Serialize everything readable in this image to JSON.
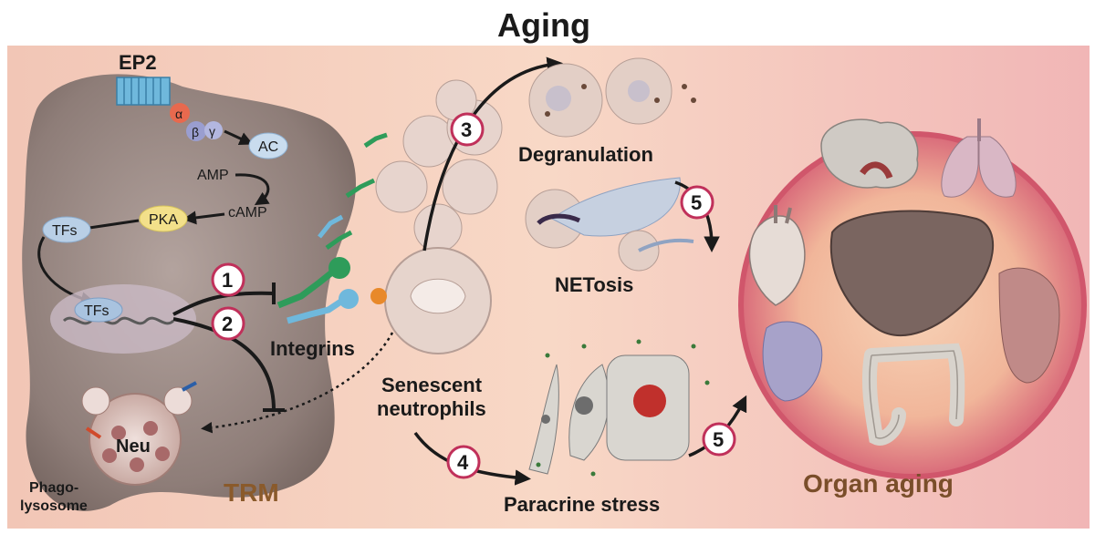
{
  "title": "Aging",
  "labels": {
    "ep2": "EP2",
    "alpha": "α",
    "beta": "β",
    "gamma": "γ",
    "ac": "AC",
    "amp": "AMP",
    "camp": "cAMP",
    "pka": "PKA",
    "tfs_top": "TFs",
    "tfs_nucleus": "TFs",
    "integrins": "Integrins",
    "neu": "Neu",
    "phago_line1": "Phago-",
    "phago_line2": "lysosome",
    "trm": "TRM",
    "senescent_line1": "Senescent",
    "senescent_line2": "neutrophils",
    "degranulation": "Degranulation",
    "netosis": "NETosis",
    "paracrine_stress": "Paracrine stress",
    "organ_aging": "Organ aging"
  },
  "steps": [
    "1",
    "2",
    "3",
    "4",
    "5",
    "5"
  ],
  "colors": {
    "background_left": "#f5c9b8",
    "background_right": "#f3b8b8",
    "trm_cell": "#8b7b76",
    "organ_circle": "#e58a92",
    "step_ring": "#c0305a",
    "trm_text": "#8a5a2b",
    "organ_text": "#7a4e2a"
  }
}
